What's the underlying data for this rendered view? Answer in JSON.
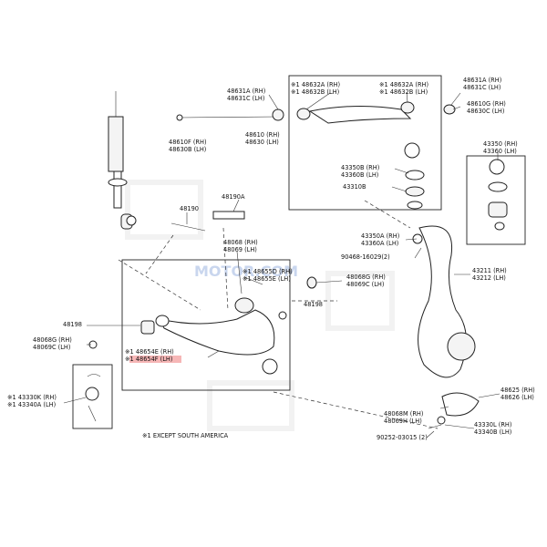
{
  "watermark": "MOTOR.COM",
  "footnote": "※1  EXCEPT SOUTH AMERICA",
  "highlight_color": "#f6b6b6",
  "labels": [
    {
      "id": "48631a",
      "lines": [
        "48631A (RH)",
        "48631C (LH)"
      ]
    },
    {
      "id": "48632a-a",
      "lines": [
        "※1 48632A (RH)",
        "※1 48632B (LH)"
      ]
    },
    {
      "id": "48632a-b",
      "lines": [
        "※1 48632A (RH)",
        "※1 48632B (LH)"
      ]
    },
    {
      "id": "48631a-r",
      "lines": [
        "48631A (RH)",
        "48631C (LH)"
      ]
    },
    {
      "id": "48610g",
      "lines": [
        "48610G (RH)",
        "48630C (LH)"
      ]
    },
    {
      "id": "48610f",
      "lines": [
        "48610F (RH)",
        "48630B (LH)"
      ]
    },
    {
      "id": "48610",
      "lines": [
        "48610 (RH)",
        "48630 (LH)"
      ]
    },
    {
      "id": "43350b",
      "lines": [
        "43350B (RH)",
        "43360B (LH)"
      ]
    },
    {
      "id": "43310b",
      "lines": [
        "43310B"
      ]
    },
    {
      "id": "43350",
      "lines": [
        "43350 (RH)",
        "43360 (LH)"
      ]
    },
    {
      "id": "48190a",
      "lines": [
        "48190A"
      ]
    },
    {
      "id": "48190",
      "lines": [
        "48190"
      ]
    },
    {
      "id": "48068",
      "lines": [
        "48068 (RH)",
        "48069 (LH)"
      ]
    },
    {
      "id": "43350a",
      "lines": [
        "43350A (RH)",
        "43360A (LH)"
      ]
    },
    {
      "id": "90468",
      "lines": [
        "90468-16029(2)"
      ]
    },
    {
      "id": "48655d",
      "lines": [
        "※1 48655D (RH)",
        "※1 48655E (LH)"
      ]
    },
    {
      "id": "48068g",
      "lines": [
        "48068G (RH)",
        "48069C (LH)"
      ]
    },
    {
      "id": "43211",
      "lines": [
        "43211 (RH)",
        "43212 (LH)"
      ]
    },
    {
      "id": "48198-r",
      "lines": [
        "48198"
      ]
    },
    {
      "id": "48198-l",
      "lines": [
        "48198"
      ]
    },
    {
      "id": "48068g-l",
      "lines": [
        "48068G (RH)",
        "48069C (LH)"
      ]
    },
    {
      "id": "48654e",
      "lines": [
        "※1 48654E (RH)"
      ]
    },
    {
      "id": "43330k",
      "lines": [
        "※1 43330K (RH)",
        "※1 43340A (LH)"
      ]
    },
    {
      "id": "48625",
      "lines": [
        "48625 (RH)",
        "48626 (LH)"
      ]
    },
    {
      "id": "48068m",
      "lines": [
        "48068M (RH)",
        "48069H (LH)"
      ]
    },
    {
      "id": "43330l",
      "lines": [
        "43330L (RH)",
        "43340B (LH)"
      ]
    },
    {
      "id": "90252",
      "lines": [
        "90252-03015 (2)"
      ]
    }
  ],
  "highlighted_label": "※1 48654F (LH)"
}
